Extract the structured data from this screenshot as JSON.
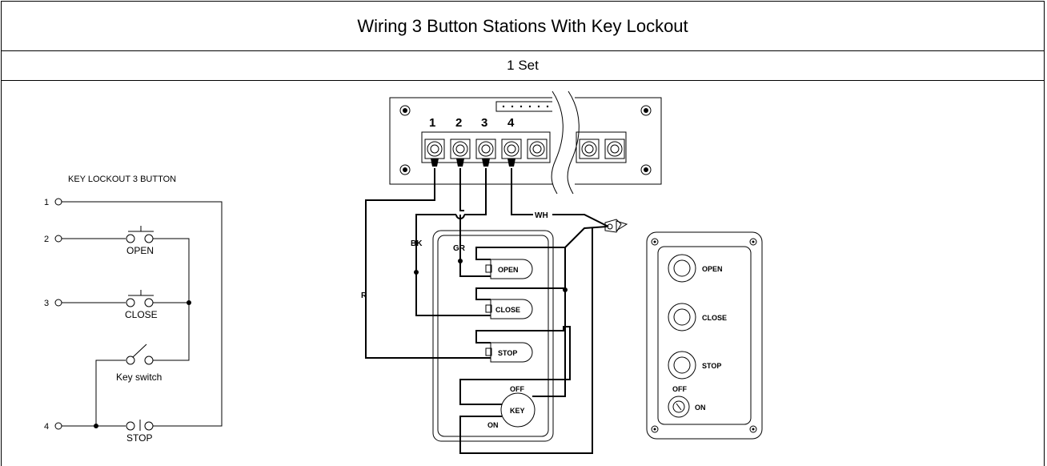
{
  "title": "Wiring 3 Button Stations With Key Lockout",
  "subtitle": "1 Set",
  "schematic": {
    "heading": "KEY LOCKOUT 3 BUTTON",
    "terminals": [
      "1",
      "2",
      "3",
      "4"
    ],
    "labels": {
      "open": "OPEN",
      "close": "CLOSE",
      "key_switch": "Key switch",
      "stop": "STOP"
    }
  },
  "terminal_strip": {
    "numbers": [
      "1",
      "2",
      "3",
      "4"
    ]
  },
  "wire_labels": {
    "red": "R",
    "black": "BK",
    "green": "GR",
    "white": "WH"
  },
  "wiring_station": {
    "buttons": [
      "OPEN",
      "CLOSE",
      "STOP"
    ],
    "key": "KEY",
    "off": "OFF",
    "on": "ON"
  },
  "front_station": {
    "buttons": [
      "OPEN",
      "CLOSE",
      "STOP"
    ],
    "off": "OFF",
    "on": "ON"
  }
}
